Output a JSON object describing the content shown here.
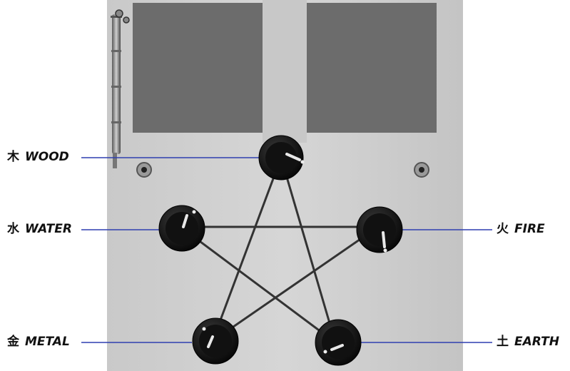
{
  "labels": [
    {
      "id": "wood",
      "cn": "木",
      "en": "WOOD"
    },
    {
      "id": "water",
      "cn": "水",
      "en": "WATER"
    },
    {
      "id": "fire",
      "cn": "火",
      "en": "FIRE"
    },
    {
      "id": "metal",
      "cn": "金",
      "en": "METAL"
    },
    {
      "id": "earth",
      "cn": "土",
      "en": "EARTH"
    }
  ],
  "colors": {
    "panel": "#cfcfcf",
    "window": "#6c6c6c",
    "leader_line": "#2f3fb0",
    "knob": "#101010",
    "star_wire": "#333333"
  }
}
